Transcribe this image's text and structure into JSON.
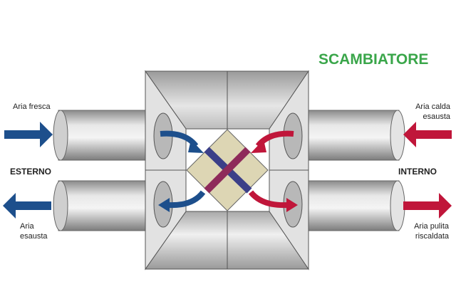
{
  "title": "SCAMBIATORE",
  "left": {
    "side_label": "ESTERNO",
    "inlet": "Aria fresca",
    "outlet": "Aria esausta"
  },
  "right": {
    "side_label": "INTERNO",
    "inlet": "Aria calda esausta",
    "outlet": "Aria pulita riscaldata"
  },
  "colors": {
    "cold": "#1d4f8c",
    "warm": "#c0163a",
    "title": "#3aa64a",
    "core": "#ddd6b4"
  }
}
